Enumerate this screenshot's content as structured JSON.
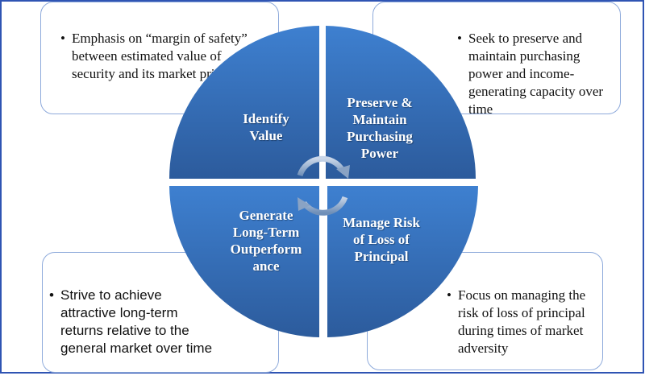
{
  "quadrants": [
    {
      "title": "Identify Value",
      "note": "Emphasis on “margin of safety” between estimated value of security and its market price"
    },
    {
      "title": "Preserve & Maintain Purchasing Power",
      "note": "Seek to preserve and maintain purchasing power and income-generating capacity over time"
    },
    {
      "title": "Generate Long-Term Outperformance",
      "title_lines": [
        "Generate",
        "Long-Term",
        "Outperform",
        "ance"
      ],
      "note": " Strive to achieve attractive long-term returns relative to the general market over time"
    },
    {
      "title": "Manage Risk of Loss of Principal",
      "note": "Focus on managing the risk of loss of principal during times of market adversity"
    }
  ],
  "colors": {
    "quadrant_top": "#3b7ccc",
    "quadrant_bottom": "#2c5a9a",
    "frame": "#2f54b3",
    "box_border": "#8eaadb"
  }
}
